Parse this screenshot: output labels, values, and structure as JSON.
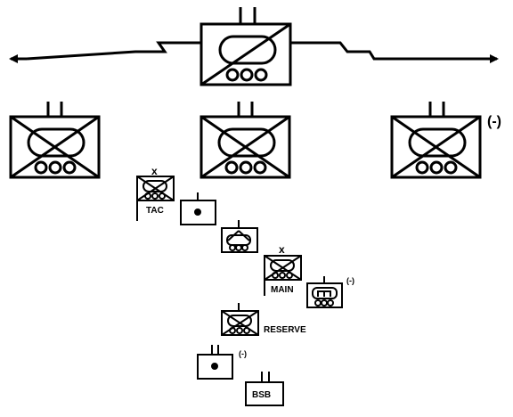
{
  "labels": {
    "tac": "TAC",
    "main": "MAIN",
    "reserve": "RESERVE",
    "bsb": "BSB",
    "brigade_x_tac": "x",
    "brigade_x_main": "x",
    "reduced_right_battalion": "(-)",
    "reduced_mortar_unit": "(-)",
    "reduced_engineer_unit": "(-)"
  },
  "colors": {
    "stroke": "#000000",
    "fill": "#ffffff"
  }
}
